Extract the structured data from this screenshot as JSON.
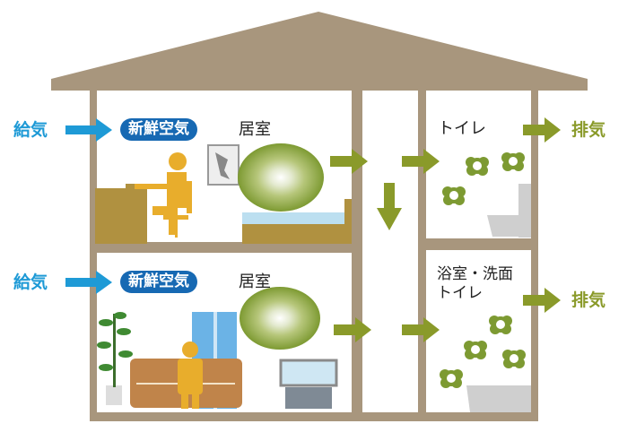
{
  "labels": {
    "supply_air": "給気",
    "fresh_air": "新鮮空気",
    "living_room": "居室",
    "toilet": "トイレ",
    "bath_wash": "浴室・洗面",
    "exhaust": "排気"
  },
  "colors": {
    "house_frame": "#a8967d",
    "supply_blue": "#1e9ad6",
    "fresh_pill": "#1769b3",
    "exhaust_green": "#8a9a2a",
    "figure_orange": "#e8ad2c"
  }
}
